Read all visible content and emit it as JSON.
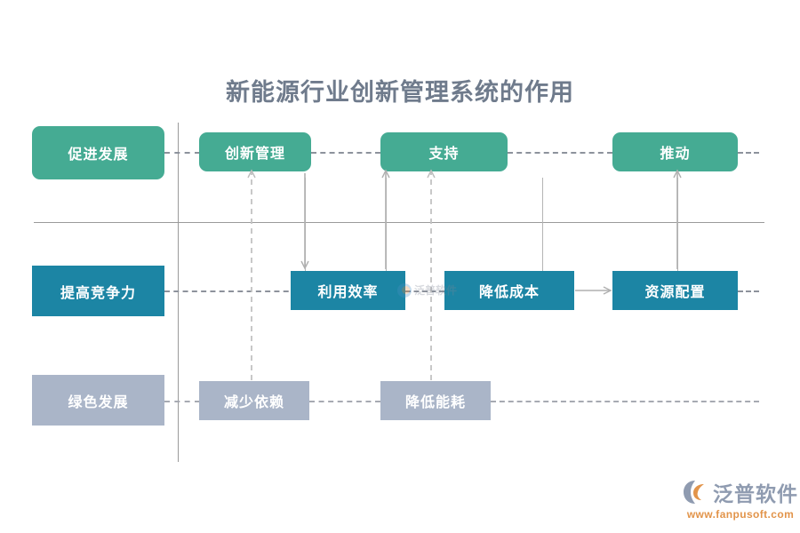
{
  "title": "新能源行业创新管理系统的作用",
  "diagram": {
    "type": "flow-matrix",
    "rows": [
      {
        "category_label": "促进发展",
        "color": "#45ab93",
        "style": "rounded",
        "nodes": [
          {
            "label": "创新管理"
          },
          {
            "label": "支持"
          },
          {
            "label": "推动"
          }
        ]
      },
      {
        "category_label": "提高竞争力",
        "color": "#1c85a4",
        "style": "square",
        "nodes": [
          {
            "label": "利用效率"
          },
          {
            "label": "降低成本"
          },
          {
            "label": "资源配置"
          }
        ]
      },
      {
        "category_label": "绿色发展",
        "color": "#aab5c8",
        "style": "square",
        "nodes": [
          {
            "label": "减少依赖"
          },
          {
            "label": "降低能耗"
          }
        ]
      }
    ],
    "connectors": [
      {
        "from": "创新管理",
        "to": "利用效率",
        "kind": "solid-arrow-down"
      },
      {
        "from": "利用效率",
        "to": "支持",
        "kind": "solid-arrow-up"
      },
      {
        "from": "减少依赖",
        "to": "创新管理",
        "kind": "dashed-arrow-up"
      },
      {
        "from": "降低能耗",
        "to": "支持",
        "kind": "dashed-arrow-up"
      },
      {
        "from": "降低成本",
        "to": "资源配置",
        "kind": "solid-arrow-right"
      },
      {
        "from": "资源配置",
        "to": "推动",
        "kind": "solid-arrow-up"
      }
    ]
  },
  "watermark": {
    "text": "泛普软件"
  },
  "logo": {
    "brand": "泛普软件",
    "url": "www.fanpusoft.com",
    "brand_color": "#8f9bb0",
    "url_color": "#e2944a"
  }
}
